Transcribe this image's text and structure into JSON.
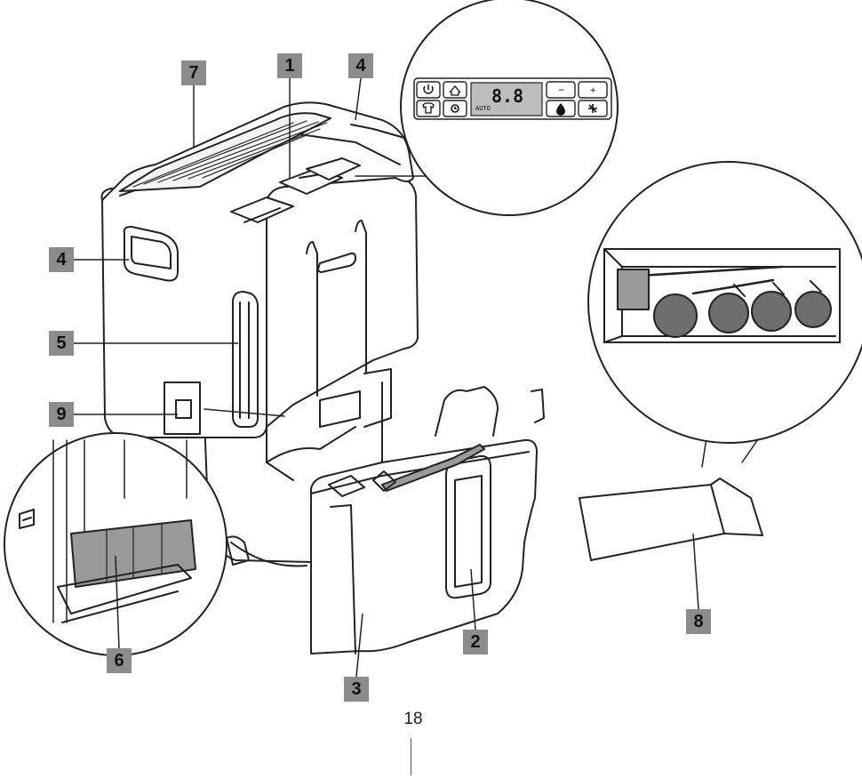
{
  "callouts": [
    {
      "id": "1",
      "label": "1"
    },
    {
      "id": "2",
      "label": "2"
    },
    {
      "id": "3",
      "label": "3"
    },
    {
      "id": "4a",
      "label": "4"
    },
    {
      "id": "4b",
      "label": "4"
    },
    {
      "id": "5",
      "label": "5"
    },
    {
      "id": "6",
      "label": "6"
    },
    {
      "id": "7",
      "label": "7"
    },
    {
      "id": "8",
      "label": "8"
    },
    {
      "id": "9",
      "label": "9"
    }
  ],
  "control_panel": {
    "display_digits": "8.8",
    "display_mode": "AUTO",
    "minus_label": "−",
    "plus_label": "+",
    "left_icons": [
      "power-icon",
      "home-icon",
      "shirt-icon",
      "timer-icon"
    ],
    "right_icons": [
      "water-drop-icon",
      "fan-icon"
    ]
  },
  "page": {
    "number": "18"
  },
  "colors": {
    "callout_bg": "#8c8c8c",
    "line": "#222222",
    "filter": "#9a9a9a",
    "wheel": "#6e6e6e"
  }
}
